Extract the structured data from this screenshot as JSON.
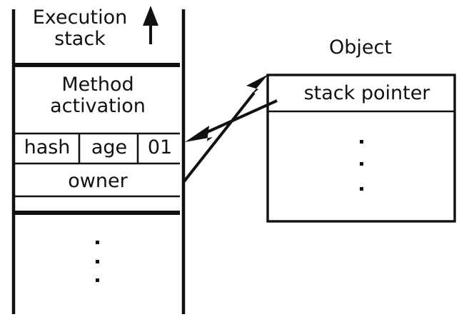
{
  "diagram": {
    "title_execution_stack": "Execution\nstack",
    "title_object": "Object",
    "colors": {
      "stroke": "#111111",
      "background": "#ffffff",
      "text": "#111111"
    },
    "execution_stack": {
      "label": "Execution\nstack",
      "growth_arrow": "up-arrow-icon",
      "frames": [
        {
          "name": "method-activation",
          "label": "Method\nactivation"
        },
        {
          "name": "header-cells",
          "cells": [
            {
              "label": "hash"
            },
            {
              "label": "age"
            },
            {
              "label": "01"
            }
          ]
        },
        {
          "name": "owner-slot",
          "label": "owner"
        }
      ],
      "continuation_dots": "· · ·"
    },
    "object": {
      "label": "Object",
      "fields": [
        {
          "label": "stack pointer"
        }
      ],
      "continuation_dots": "· · ·"
    },
    "arrows": [
      {
        "name": "object-to-stack-arrow",
        "from": "object stack pointer field",
        "to": "execution stack 01 cell"
      },
      {
        "name": "stack-to-object-arrow",
        "from": "execution stack owner slot",
        "to": "object top"
      }
    ]
  }
}
